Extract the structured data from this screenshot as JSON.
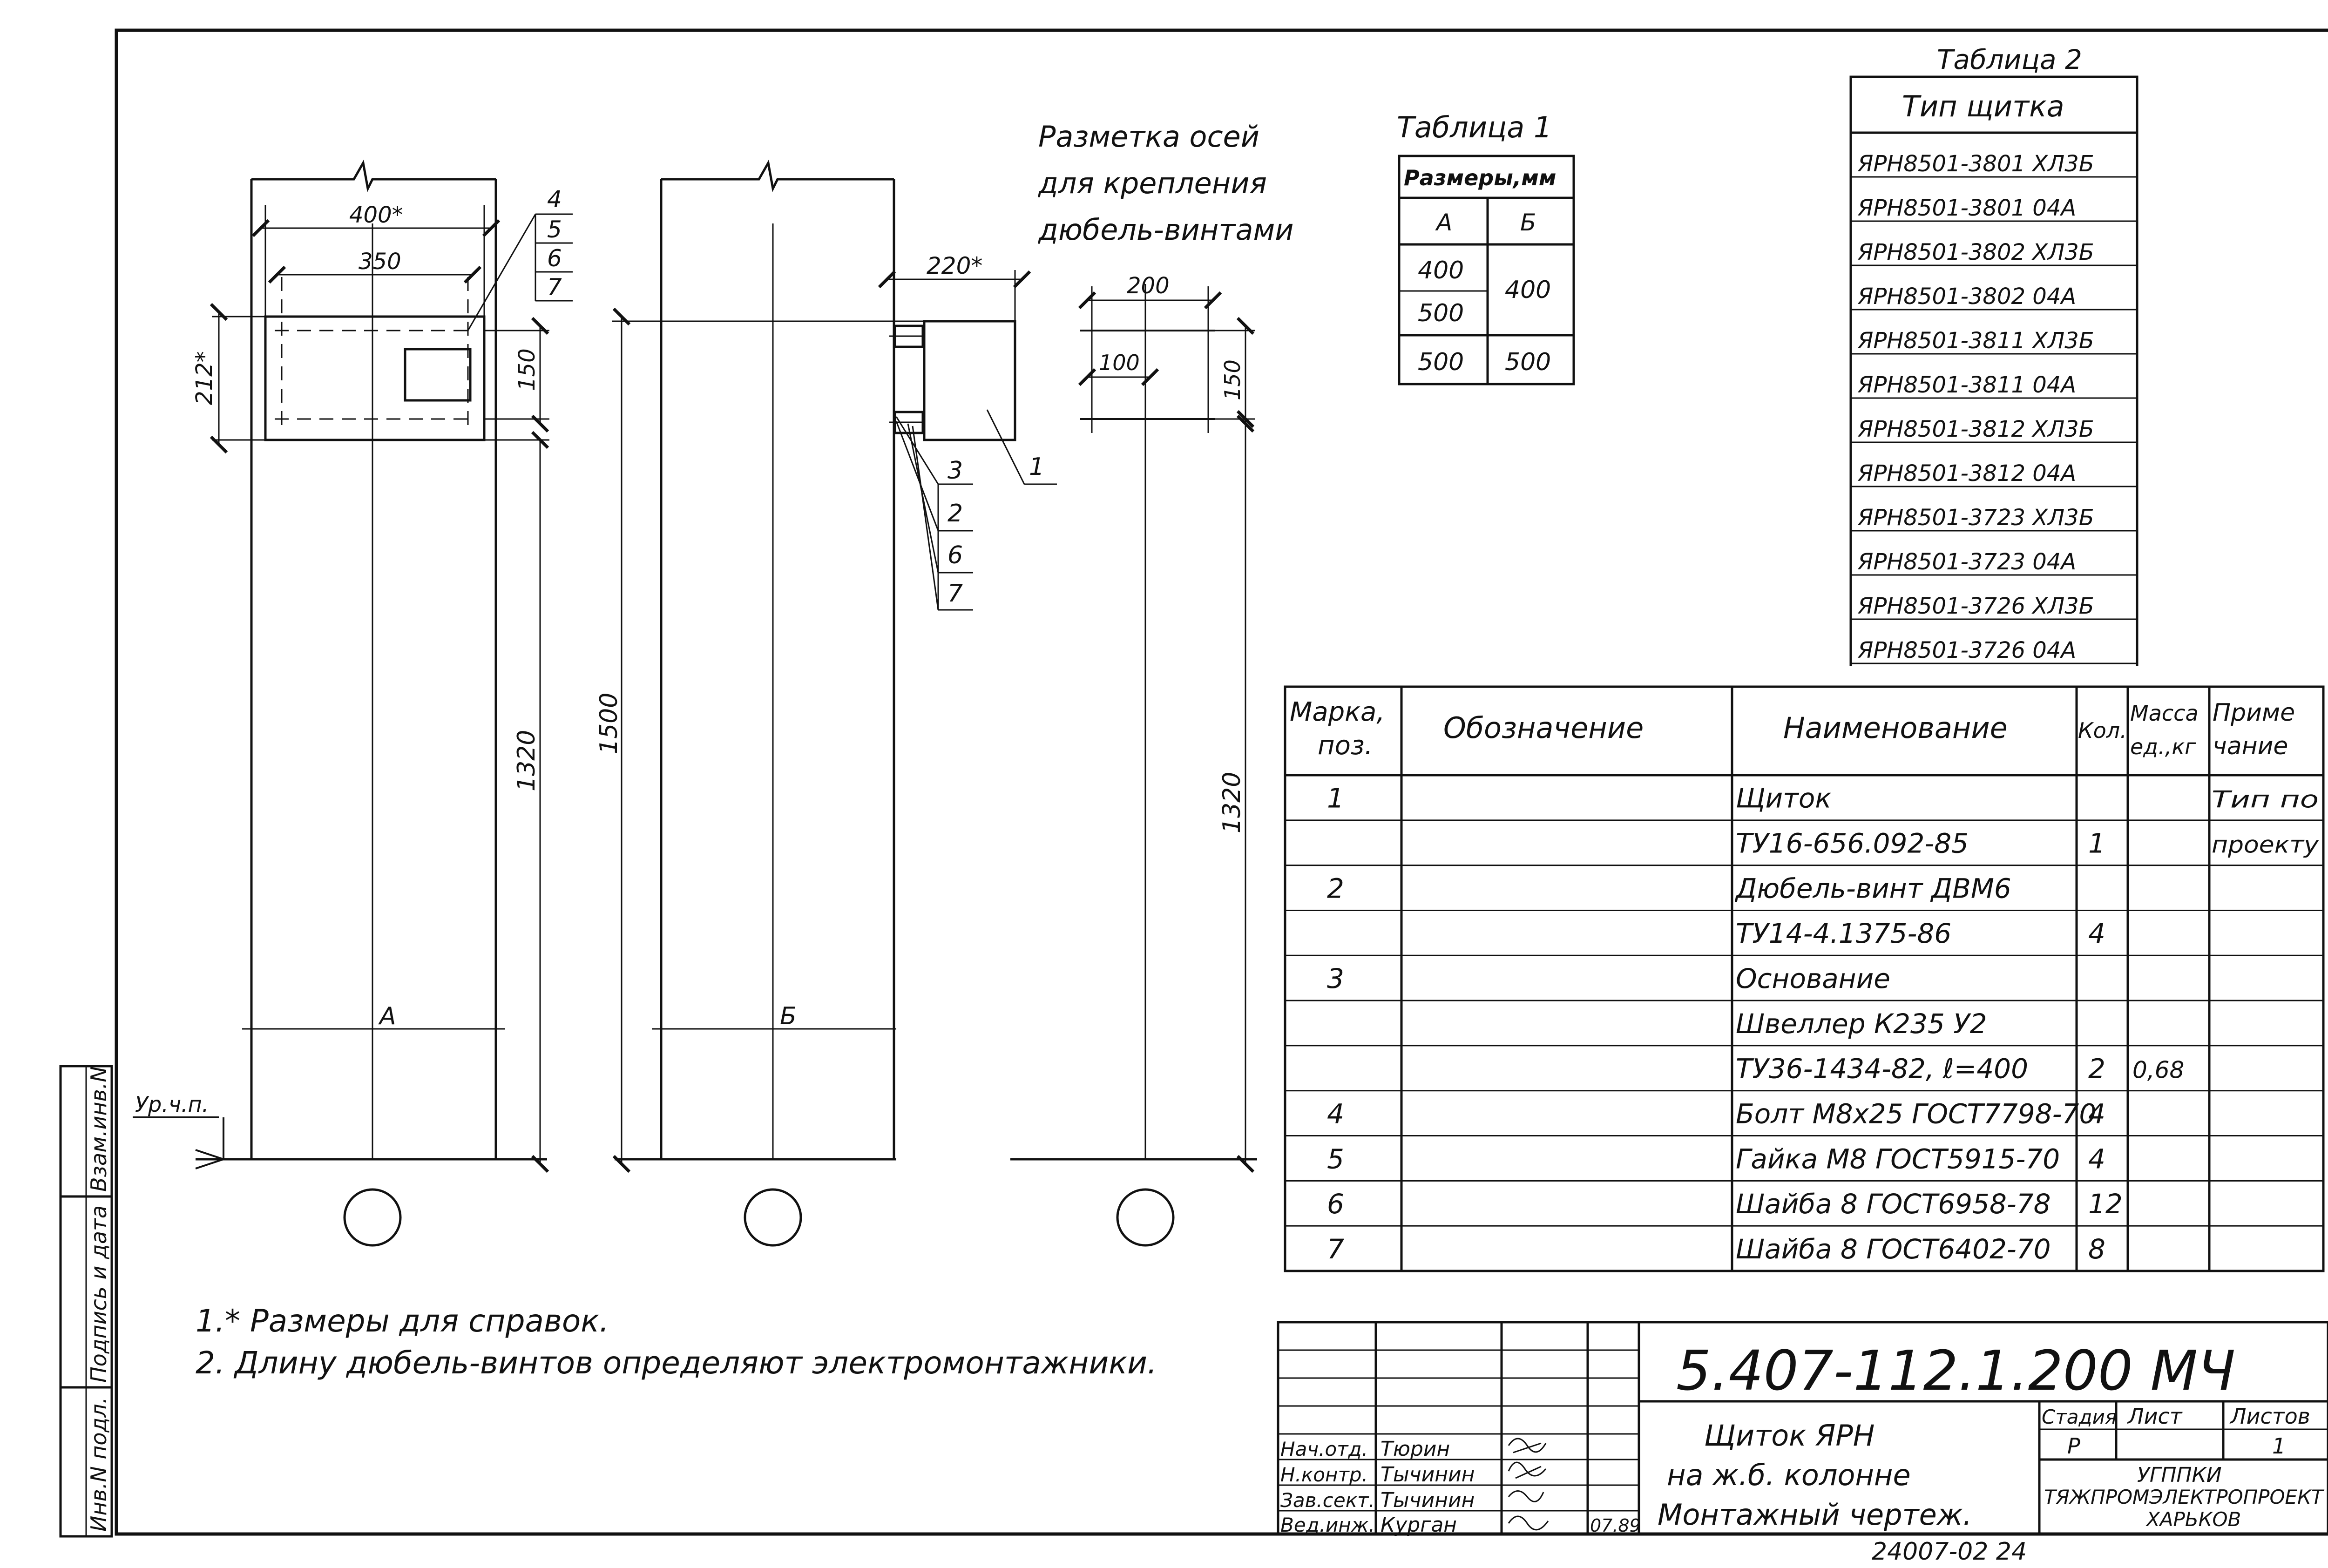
{
  "drawing": {
    "view1": {
      "dim_width_ref": "400*",
      "dim_350": "350",
      "dim_212_ref": "212*",
      "dim_150": "150",
      "dim_1320": "1320",
      "axis_label": "А",
      "callouts": [
        "4",
        "5",
        "6",
        "7"
      ],
      "floor_label": "Ур.ч.п."
    },
    "view2": {
      "dim_220_ref": "220*",
      "dim_1500": "1500",
      "axis_label": "Б",
      "callouts_left": [
        "3",
        "2",
        "6",
        "7"
      ],
      "callout_right": "1"
    },
    "view3": {
      "caption": [
        "Разметка осей",
        "для крепления",
        "дюбель-винтами"
      ],
      "dim_200": "200",
      "dim_100": "100",
      "dim_150": "150",
      "dim_1320": "1320"
    }
  },
  "table1": {
    "title": "Таблица 1",
    "header": "Размеры,мм",
    "col_a": "А",
    "col_b": "Б",
    "a_values": [
      "400",
      "500",
      "500"
    ],
    "b_values": [
      "400",
      "500"
    ]
  },
  "table2": {
    "title": "Таблица 2",
    "header": "Тип щитка",
    "rows": [
      "ЯРН8501-3801 ХЛ3Б",
      "ЯРН8501-3801 04А",
      "ЯРН8501-3802 ХЛ3Б",
      "ЯРН8501-3802 04А",
      "ЯРН8501-3811 ХЛ3Б",
      "ЯРН8501-3811 04А",
      "ЯРН8501-3812 ХЛ3Б",
      "ЯРН8501-3812 04А",
      "ЯРН8501-3723 ХЛ3Б",
      "ЯРН8501-3723 04А",
      "ЯРН8501-3726 ХЛ3Б",
      "ЯРН8501-3726 04А"
    ]
  },
  "spec": {
    "headers": {
      "mark1": "Марка,",
      "mark2": "поз.",
      "designation": "Обозначение",
      "name": "Наименование",
      "qty": "Кол.",
      "mass1": "Масса",
      "mass2": "ед.,кг",
      "note1": "Приме",
      "note2": "чание"
    },
    "rows": [
      {
        "pos": "1",
        "name": "Щиток",
        "qty": "",
        "mass": "",
        "note": "Тип по"
      },
      {
        "pos": "",
        "name": "ТУ16-656.092-85",
        "qty": "1",
        "mass": "",
        "note": "проекту"
      },
      {
        "pos": "2",
        "name": "Дюбель-винт ДВМ6",
        "qty": "",
        "mass": "",
        "note": ""
      },
      {
        "pos": "",
        "name": "ТУ14-4.1375-86",
        "qty": "4",
        "mass": "",
        "note": ""
      },
      {
        "pos": "3",
        "name": "Основание",
        "qty": "",
        "mass": "",
        "note": ""
      },
      {
        "pos": "",
        "name": "Швеллер К235 У2",
        "qty": "",
        "mass": "",
        "note": ""
      },
      {
        "pos": "",
        "name": "ТУ36-1434-82, ℓ=400",
        "qty": "2",
        "mass": "0,68",
        "note": ""
      },
      {
        "pos": "4",
        "name": "Болт М8х25 ГОСТ7798-70",
        "qty": "4",
        "mass": "",
        "note": ""
      },
      {
        "pos": "5",
        "name": "Гайка М8 ГОСТ5915-70",
        "qty": "4",
        "mass": "",
        "note": ""
      },
      {
        "pos": "6",
        "name": "Шайба 8 ГОСТ6958-78",
        "qty": "12",
        "mass": "",
        "note": ""
      },
      {
        "pos": "7",
        "name": "Шайба 8 ГОСТ6402-70",
        "qty": "8",
        "mass": "",
        "note": ""
      }
    ]
  },
  "notes": [
    "1.* Размеры для справок.",
    "2. Длину дюбель-винтов определяют электромонтажники."
  ],
  "side_stamp": [
    "Взам.инв.N",
    "Подпись и дата",
    "Инв.N подл."
  ],
  "title_block": {
    "code": "5.407-112.1.200 МЧ",
    "title": [
      "Щиток ЯРН",
      "на ж.б. колонне",
      "Монтажный чертеж."
    ],
    "roles": [
      "Нач.отд.",
      "Н.контр.",
      "Зав.сект.",
      "Вед.инж."
    ],
    "names": [
      "Тюрин",
      "Тычинин",
      "Тычинин",
      "Курган"
    ],
    "date": "07.89",
    "stage_label": "Стадия",
    "sheet_label": "Лист",
    "sheets_label": "Листов",
    "stage": "Р",
    "sheets": "1",
    "org": [
      "УГППКИ",
      "ТЯЖПРОМЭЛЕКТРОПРОЕКТ",
      "ХАРЬКОВ"
    ]
  },
  "archive_number": "24007-02  24"
}
